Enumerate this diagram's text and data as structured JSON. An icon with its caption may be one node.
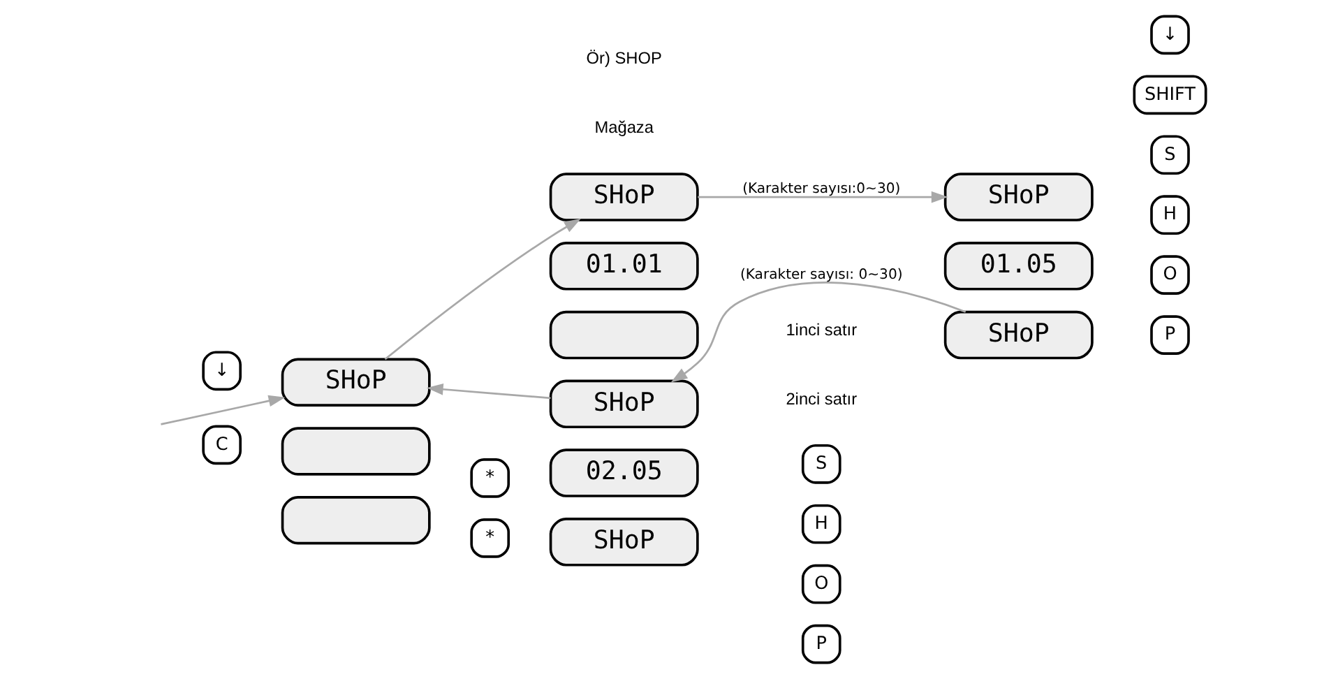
{
  "diagram": {
    "nodes": [
      {
        "text": [
          "↓"
        ]
      },
      {
        "text": [
          "SHoP"
        ]
      },
      {
        "text": [],
        "shape": "box"
      },
      {
        "text": [],
        "shape": "box"
      },
      {
        "text": [
          "*"
        ]
      },
      {
        "text": [
          "SHoP"
        ]
      },
      {
        "text": [
          "01.01"
        ]
      },
      {
        "text": [],
        "shape": "box"
      },
      {
        "text": [
          "S"
        ]
      },
      {
        "text": [
          "H"
        ]
      },
      {
        "text": [
          "O"
        ]
      },
      {
        "text": [
          "P"
        ]
      },
      {
        "text": [
          "SHoP"
        ]
      },
      {
        "text": [
          "01.05"
        ]
      },
      {
        "text": [
          "SHoP"
        ]
      },
      {
        "text": [
          "C"
        ]
      },
      {
        "text": [
          "*"
        ]
      },
      {
        "text": [
          "SHoP"
        ]
      },
      {
        "text": [
          "02.05"
        ]
      },
      {
        "text": [
          "SHoP"
        ]
      },
      {
        "text": [
          "↓"
        ]
      },
      {
        "text": [
          "SHIFT"
        ]
      },
      {
        "text": [
          "S"
        ]
      },
      {
        "text": [
          "H"
        ]
      },
      {
        "text": [
          "O"
        ]
      },
      {
        "text": [
          "P"
        ]
      }
    ],
    "edges": [
      {
        "from": null,
        "to": 1,
        "arrow": "to"
      },
      {
        "from": 1,
        "to": 5,
        "arrow": "to"
      },
      {
        "from": 5,
        "to": 12,
        "arrow": "to",
        "label": "(Karakter sayısı:0~30)"
      },
      {
        "from": 14,
        "to": 17,
        "arrow": "to",
        "label": "(Karakter sayısı: 0~30)"
      },
      {
        "from": 17,
        "to": 1,
        "arrow": "to"
      }
    ],
    "labels": [
      "Ör) SHOP",
      "Mağaza",
      "1inci satır",
      "2inci satır"
    ]
  }
}
